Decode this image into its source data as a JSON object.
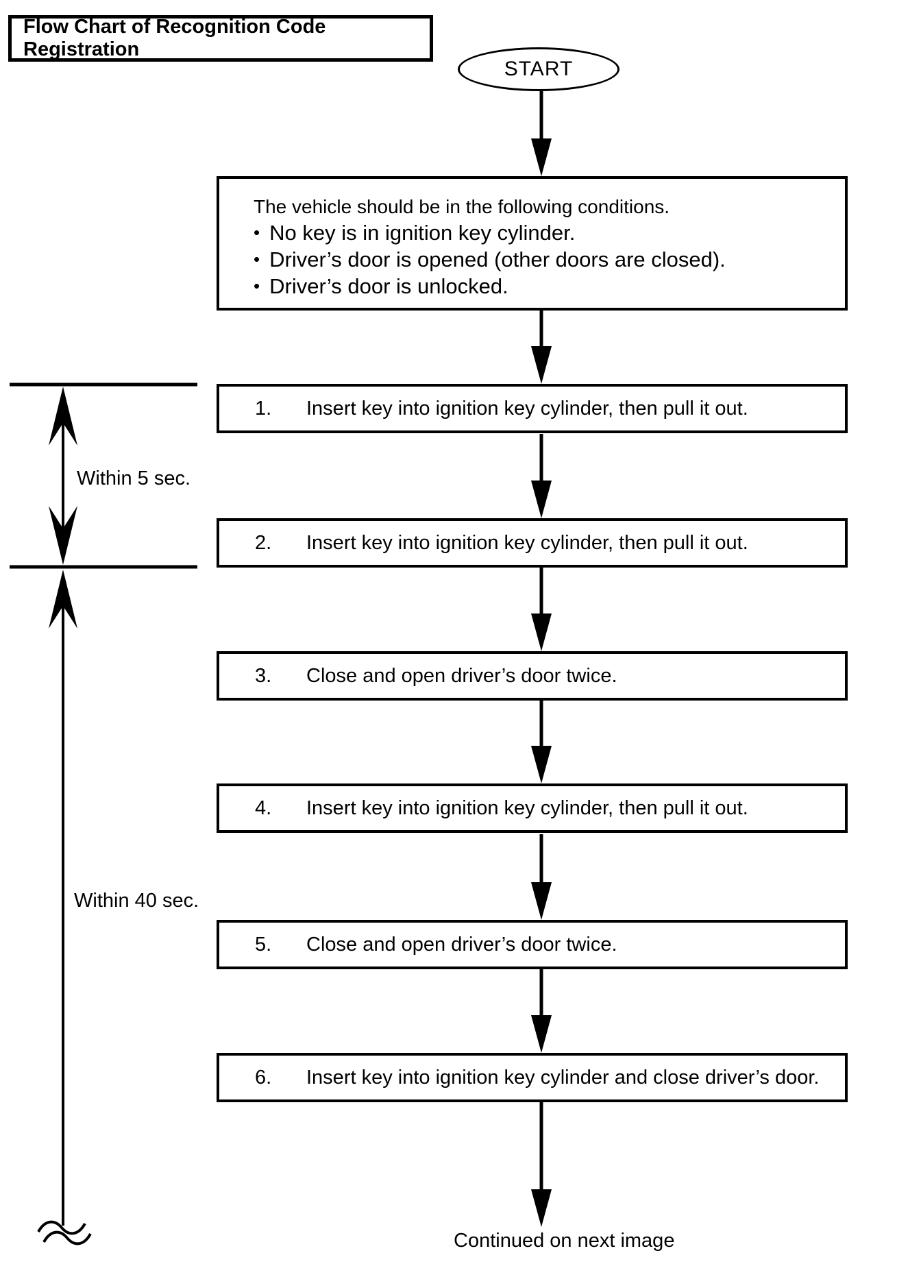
{
  "title": "Flow Chart of Recognition Code Registration",
  "start_label": "START",
  "conditions_box": {
    "intro": "The vehicle should be in the following conditions.",
    "bullet_char": "•",
    "bullets": [
      "No key is in ignition key cylinder.",
      "Driver’s door is opened (other doors are closed).",
      "Driver’s door is unlocked."
    ]
  },
  "steps": [
    {
      "number": "1.",
      "text": "Insert key into ignition key cylinder, then pull it out."
    },
    {
      "number": "2.",
      "text": "Insert key into ignition key cylinder, then pull it out."
    },
    {
      "number": "3.",
      "text": "Close and open driver’s door twice."
    },
    {
      "number": "4.",
      "text": "Insert key into ignition key cylinder, then pull it out."
    },
    {
      "number": "5.",
      "text": "Close and open driver’s door twice."
    },
    {
      "number": "6.",
      "text": "Insert key into ignition key cylinder and close driver’s door."
    }
  ],
  "timing_labels": [
    {
      "text": "Within 5 sec."
    },
    {
      "text": "Within 40 sec."
    }
  ],
  "footer": "Continued on next image",
  "colors": {
    "ink": "#000000",
    "background": "#ffffff"
  }
}
